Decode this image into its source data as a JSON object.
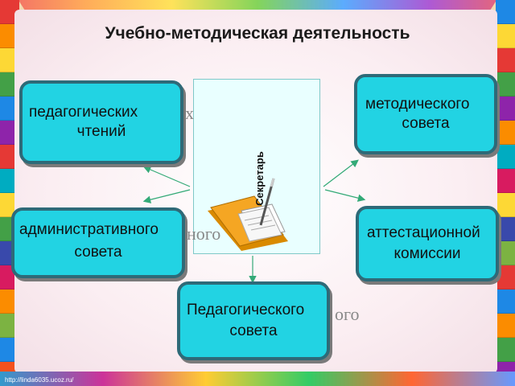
{
  "title": "Учебно-методическая деятельность",
  "center_label": "Секретарь",
  "nodes": {
    "ped_readings": {
      "line1": "педагогических",
      "line2": "чтений",
      "ghost": "х"
    },
    "method_council": {
      "line1": "методического",
      "line2": "совета"
    },
    "admin_council": {
      "line1": "административного",
      "line2": "совета",
      "ghost": "ного"
    },
    "attest_commission": {
      "line1": "аттестационной",
      "line2": "комиссии"
    },
    "ped_council": {
      "line1": "Педагогического",
      "line2": "совета",
      "ghost": "ого"
    }
  },
  "footer_url": "http://linda6035.ucoz.ru/",
  "colors": {
    "node_fill": "#22d3e3",
    "node_border": "#2e6a78",
    "arrow": "#33aa77",
    "folder": "#f5a623"
  },
  "icons": {
    "center": "folder-documents-pen-icon"
  }
}
